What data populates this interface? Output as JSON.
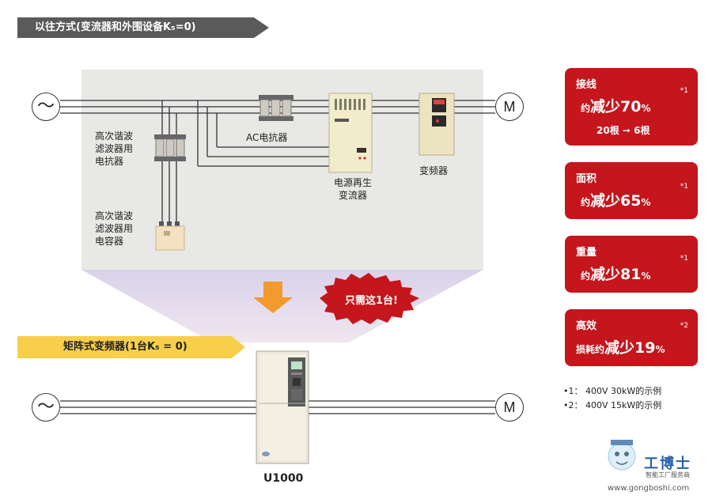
{
  "top_banner": "以往方式(变流器和外围设备K₅=0)",
  "bottom_banner": "矩阵式变频器(1台K₅ = 0)",
  "source_symbol": "〜",
  "motor_symbol": "M",
  "labels": {
    "harmonic_reactor": [
      "高次谐波",
      "滤波器用",
      "电抗器"
    ],
    "harmonic_capacitor": [
      "高次谐波",
      "滤波器用",
      "电容器"
    ],
    "ac_reactor": "AC电抗器",
    "regen_converter": [
      "电源再生",
      "变流器"
    ],
    "inverter": "变频器",
    "u1000": "U1000"
  },
  "callout": "只需这1台!",
  "cards": [
    {
      "title": "接线",
      "prefix": "约",
      "main": "减少70",
      "pct": "%",
      "note": "*1",
      "sub_from": "20根",
      "sub_to": "6根"
    },
    {
      "title": "面积",
      "prefix": "约",
      "main": "减少65",
      "pct": "%",
      "note": "*1"
    },
    {
      "title": "重量",
      "prefix": "约",
      "main": "减少81",
      "pct": "%",
      "note": "*1"
    },
    {
      "title": "高效",
      "prefix": "损耗约",
      "main": "减少19",
      "pct": "%",
      "note": "*2"
    }
  ],
  "footnotes": [
    "•1： 400V  30kW的示例",
    "•2： 400V  15kW的示例"
  ],
  "watermark": {
    "name": "工博士",
    "tagline": "智能工厂服务商",
    "url": "www.gongboshi.com"
  },
  "colors": {
    "red": "#c4161c",
    "yellow": "#f8cf4b",
    "orange": "#f29a2e",
    "gray_banner": "#5a5a5a"
  }
}
